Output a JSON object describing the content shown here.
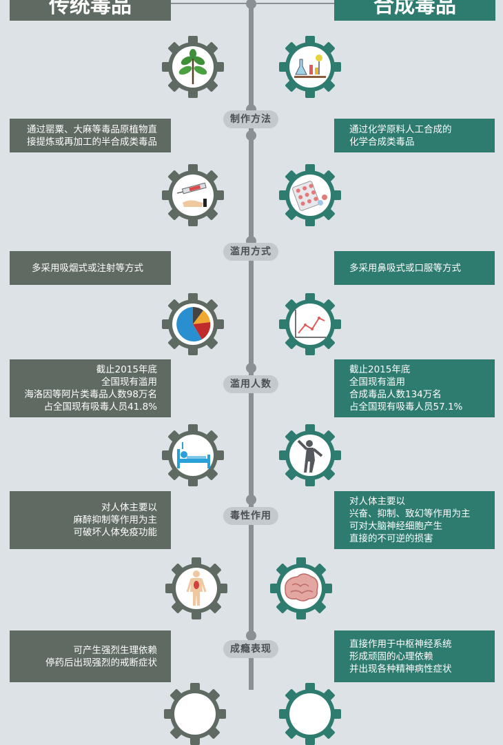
{
  "header": {
    "left_title": "传统毒品",
    "right_title": "合成毒品"
  },
  "colors": {
    "traditional": "#5f6a62",
    "synthetic": "#2e7b6f",
    "spine": "#8a9096",
    "background": "#dde2e7"
  },
  "sections": [
    {
      "label": "制作方法",
      "left_icon": "plant-icon",
      "right_icon": "lab-flask-icon",
      "left_lines": [
        "通过罂粟、大麻等毒品原植物直",
        "接提炼或再加工的半合成类毒品"
      ],
      "right_lines": [
        "通过化学原料人工合成的",
        "化学合成类毒品"
      ]
    },
    {
      "label": "滥用方式",
      "left_icon": "syringe-icon",
      "right_icon": "pills-icon",
      "left_lines": [
        "多采用吸烟式或注射等方式"
      ],
      "right_lines": [
        "多采用鼻吸式或口服等方式"
      ]
    },
    {
      "label": "滥用人数",
      "left_icon": "pie-chart-icon",
      "right_icon": "line-chart-icon",
      "left_lines": [
        "截止2015年底",
        "全国现有滥用",
        "海洛因等阿片类毒品人数98万名",
        "占全国现有吸毒人员41.8%"
      ],
      "right_lines": [
        "截止2015年底",
        "全国现有滥用",
        "合成毒品人数134万名",
        "占全国现有吸毒人员57.1%"
      ]
    },
    {
      "label": "毒性作用",
      "left_icon": "hospital-bed-icon",
      "right_icon": "person-silhouette-icon",
      "left_lines": [
        "对人体主要以",
        "麻醉抑制等作用为主",
        "可破坏人体免疫功能"
      ],
      "right_lines": [
        "对人体主要以",
        "兴奋、抑制、致幻等作用为主",
        "可对大脑神经细胞产生",
        "直接的不可逆的损害"
      ]
    },
    {
      "label": "成瘾表现",
      "left_icon": "human-body-icon",
      "right_icon": "brain-icon",
      "left_lines": [
        "可产生强烈生理依赖",
        "停药后出现强烈的戒断症状"
      ],
      "right_lines": [
        "直接作用于中枢神经系统",
        "形成顽固的心理依赖",
        "并出现各种精神病性症状"
      ]
    }
  ]
}
